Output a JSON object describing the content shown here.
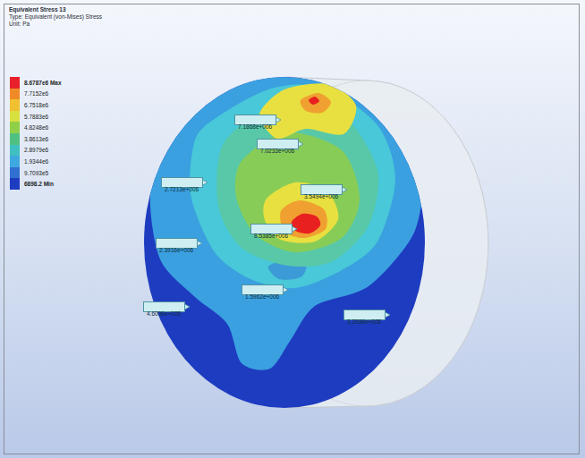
{
  "diagram": {
    "title": "Equivalent Stress 13",
    "nodes": [
      {
        "text": [
          "7.1868e+006"
        ]
      },
      {
        "text": [
          "7.0233e+006"
        ]
      },
      {
        "text": [
          "2.7213e+006"
        ]
      },
      {
        "text": [
          "3.5494e+006"
        ]
      },
      {
        "text": [
          "8.5385e+006"
        ]
      },
      {
        "text": [
          "2.3916e+006"
        ]
      },
      {
        "text": [
          "1.5962e+006"
        ]
      },
      {
        "text": [
          "4.6006e+005"
        ]
      },
      {
        "text": [
          "3.2996e+005"
        ]
      }
    ],
    "labels": [
      "Type: Equivalent (von-Mises) Stress",
      "Unit: Pa"
    ],
    "legend": [
      {
        "text": "8.6787e6 Max",
        "color": "#e8202a"
      },
      {
        "text": "7.7152e6",
        "color": "#f08a28"
      },
      {
        "text": "6.7518e6",
        "color": "#f0c030"
      },
      {
        "text": "5.7883e6",
        "color": "#d8e040"
      },
      {
        "text": "4.8248e6",
        "color": "#90d048"
      },
      {
        "text": "3.8613e6",
        "color": "#50c080"
      },
      {
        "text": "2.8979e6",
        "color": "#40c0c0"
      },
      {
        "text": "1.9344e6",
        "color": "#40a8e0"
      },
      {
        "text": "9.7093e5",
        "color": "#3070d0"
      },
      {
        "text": "6898.2 Min",
        "color": "#1e3cc0"
      }
    ]
  }
}
